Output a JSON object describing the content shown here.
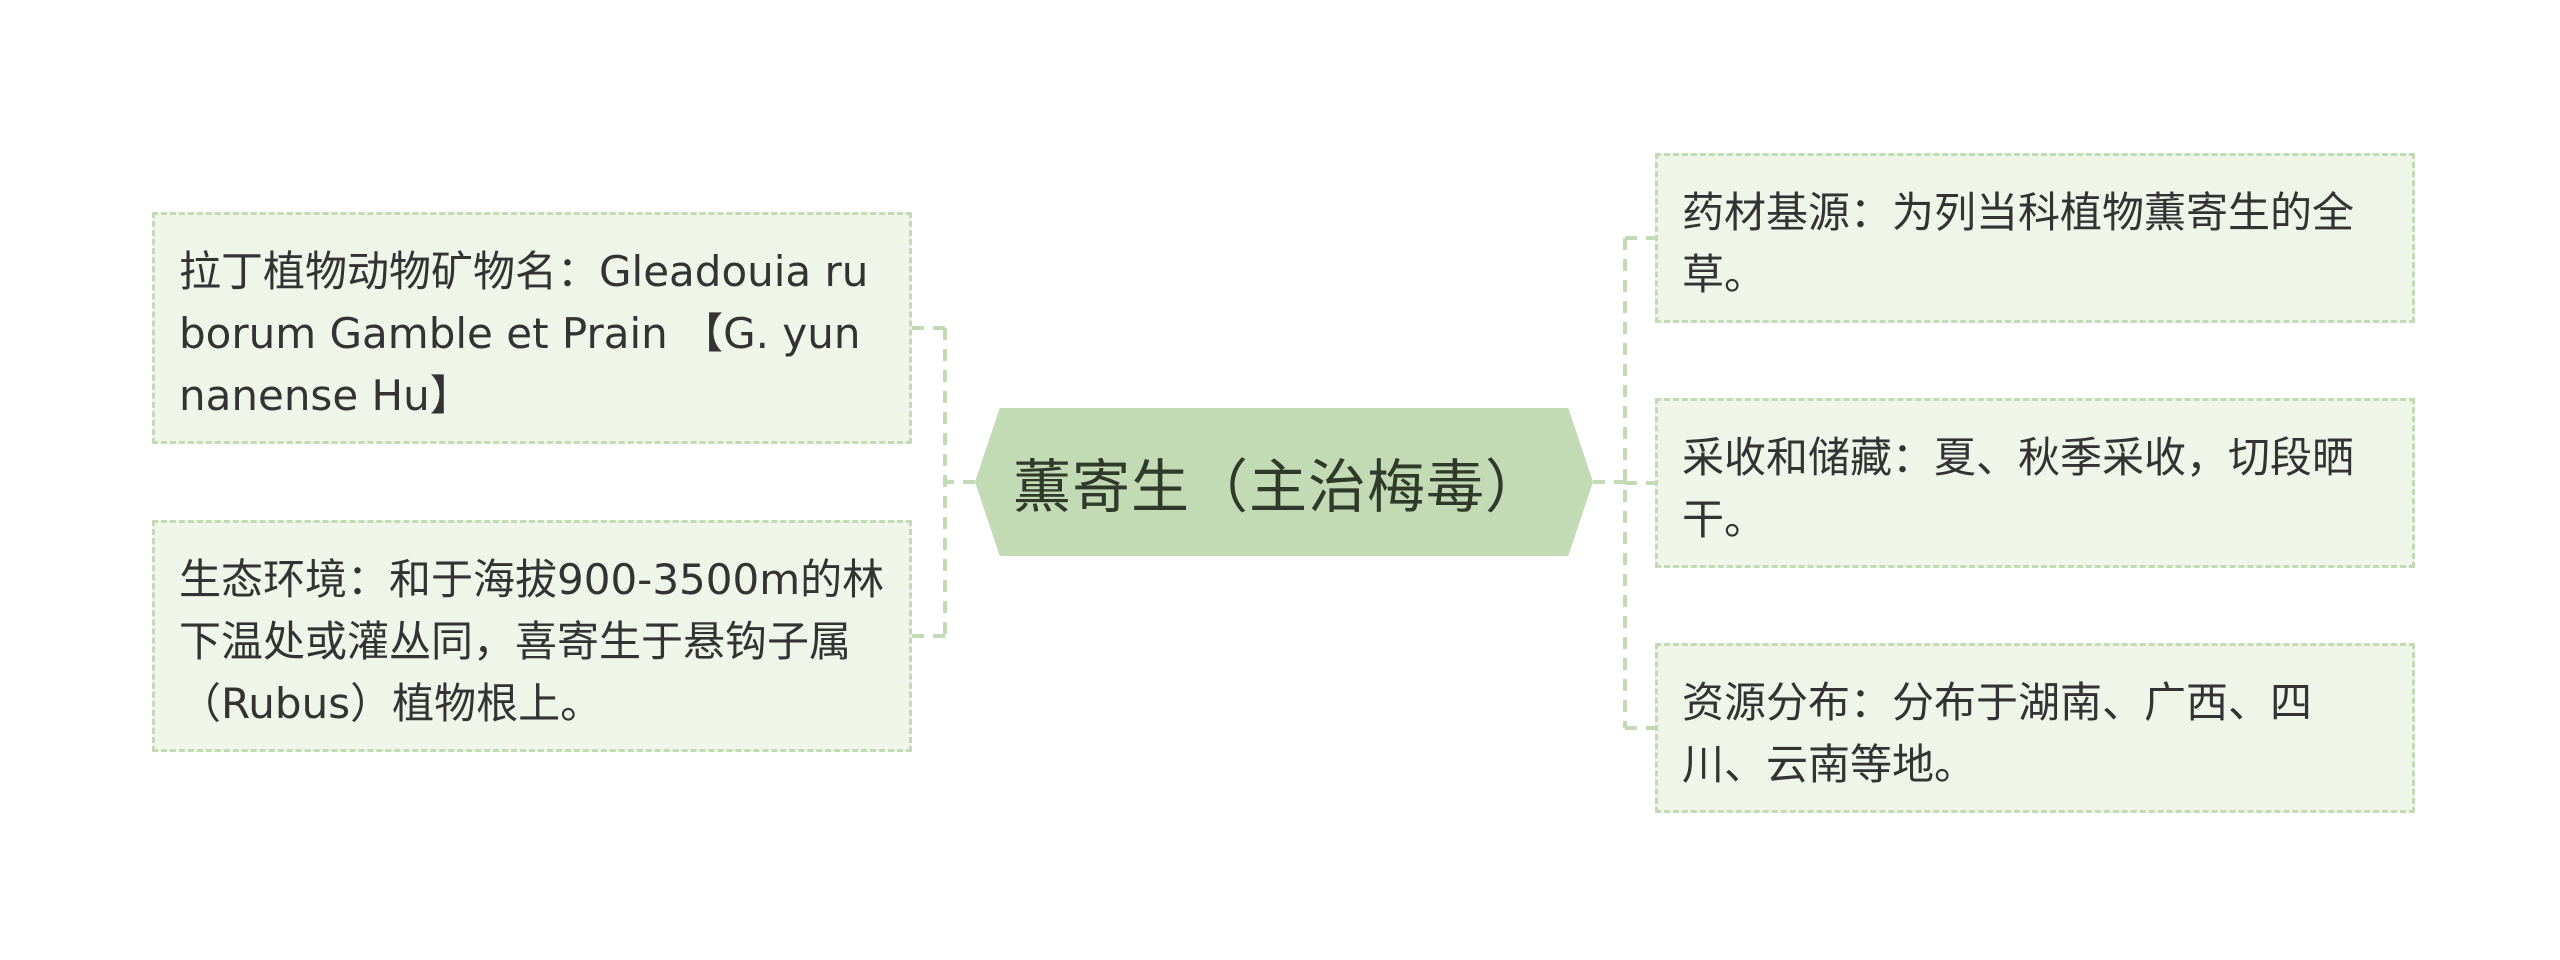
{
  "colors": {
    "center_fill": "#c3dbb5",
    "node_fill": "#eff5e8",
    "node_border": "#c3dbb5",
    "connector": "#c3dbb5",
    "text": "#333333"
  },
  "center": {
    "title": "薫寄生（主治梅毒）"
  },
  "left_nodes": [
    {
      "text": "拉丁植物动物矿物名：Gleadouia ruborum Gamble et Prain 【G. yunnanense Hu】"
    },
    {
      "text": "生态环境：和于海拔900-3500m的林下温处或灌丛同，喜寄生于悬钩子属（Rubus）植物根上。"
    }
  ],
  "right_nodes": [
    {
      "text": "药材基源：为列当科植物薫寄生的全草。"
    },
    {
      "text": "采收和储藏：夏、秋季采收，切段晒干。"
    },
    {
      "text": "资源分布：分布于湖南、广西、四川、云南等地。"
    }
  ]
}
